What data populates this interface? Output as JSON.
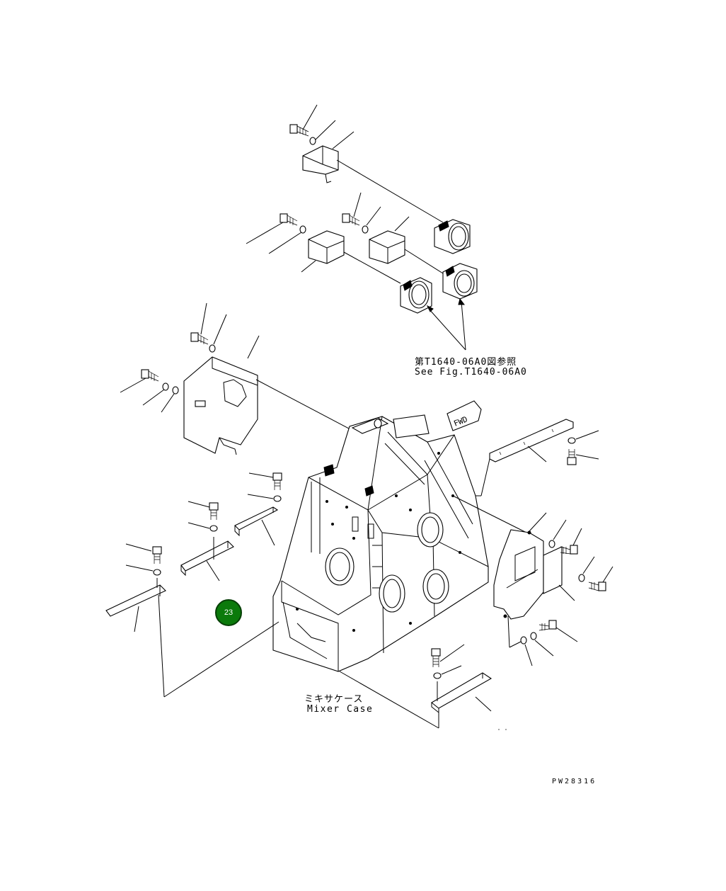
{
  "diagram": {
    "reference_jp": "第T1640-06A0図参照",
    "reference_en": "See Fig.T1640-06A0",
    "fwd_label": "FWD",
    "mixer_case_jp": "ミキサケース",
    "mixer_case_en": "Mixer Case",
    "drawing_id": "PW28316",
    "callout": {
      "number": "23",
      "color": "#0b7a0b"
    },
    "icons": [
      "fwd-arrow-icon"
    ]
  }
}
